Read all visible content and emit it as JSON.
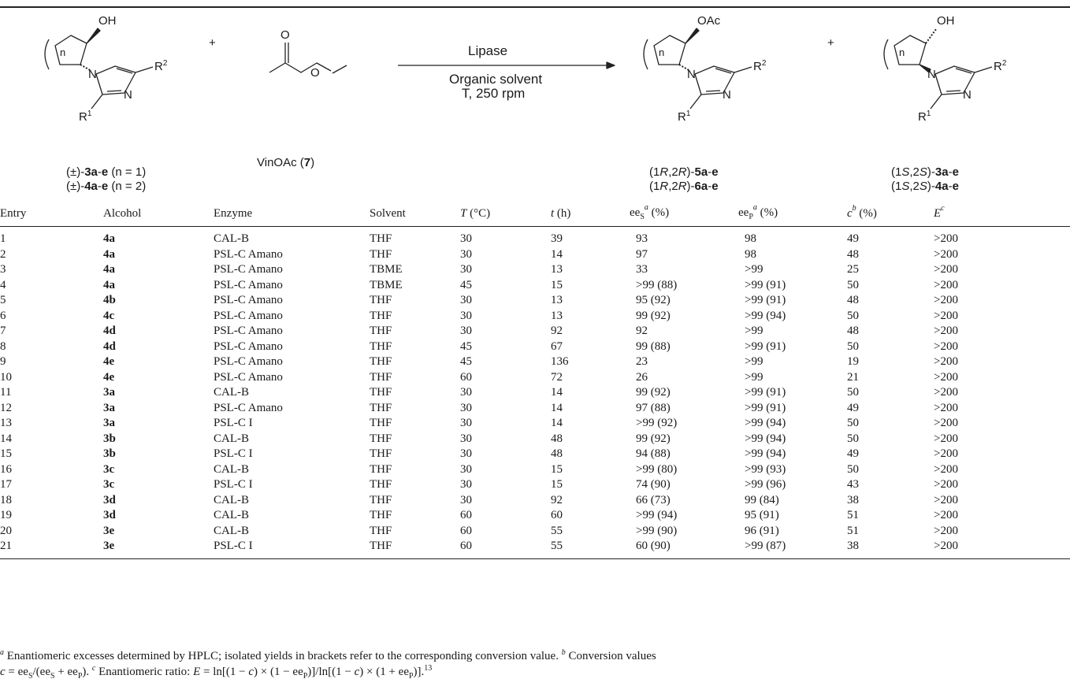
{
  "scheme": {
    "reagent_arrow_top": "Lipase",
    "reagent_arrow_bottom_1": "Organic solvent",
    "reagent_arrow_bottom_2": "T, 250 rpm",
    "plus": "+",
    "plus2": "+",
    "atom_OH": "OH",
    "atom_OAc": "OAc",
    "atom_OH2": "OH",
    "atom_N": "N",
    "atom_R1": "R",
    "atom_R2": "R",
    "sup1": "1",
    "sup2": "2",
    "n": "n",
    "O": "O",
    "vinoac_label": "VinOAc (",
    "vinoac_num": "7",
    "vinoac_close": ")",
    "sub_left_1_prefix": "(±)-",
    "sub_left_1_bold": "3a",
    "sub_left_1_mid": "-",
    "sub_left_1_bold2": "e",
    "sub_left_1_suffix": " (n = 1)",
    "sub_left_2_prefix": "(±)-",
    "sub_left_2_bold": "4a",
    "sub_left_2_mid": "-",
    "sub_left_2_bold2": "e",
    "sub_left_2_suffix": " (n = 2)",
    "prod1_line1_prefix": "(1",
    "prod1_line1_R1": "R",
    "prod1_line1_mid": ",2",
    "prod1_line1_R2": "R",
    "prod1_line1_close": ")-",
    "prod1_line1_bold": "5a",
    "prod1_line1_dash": "-",
    "prod1_line1_bold2": "e",
    "prod1_line2_prefix": "(1",
    "prod1_line2_R1": "R",
    "prod1_line2_mid": ",2",
    "prod1_line2_R2": "R",
    "prod1_line2_close": ")-",
    "prod1_line2_bold": "6a",
    "prod1_line2_dash": "-",
    "prod1_line2_bold2": "e",
    "prod2_line1_prefix": "(1",
    "prod2_line1_S1": "S",
    "prod2_line1_mid": ",2",
    "prod2_line1_S2": "S",
    "prod2_line1_close": ")-",
    "prod2_line1_bold": "3a",
    "prod2_line1_dash": "-",
    "prod2_line1_bold2": "e",
    "prod2_line2_prefix": "(1",
    "prod2_line2_S1": "S",
    "prod2_line2_mid": ",2",
    "prod2_line2_S2": "S",
    "prod2_line2_close": ")-",
    "prod2_line2_bold": "4a",
    "prod2_line2_dash": "-",
    "prod2_line2_bold2": "e"
  },
  "table": {
    "headers": {
      "entry": "Entry",
      "alcohol": "Alcohol",
      "enzyme": "Enzyme",
      "solvent": "Solvent",
      "temp_T": "T",
      "temp_unit": " (°C)",
      "time_t": "t",
      "time_unit": " (h)",
      "ees_ee": "ee",
      "ees_sub": "S",
      "ees_sup": "a",
      "ees_unit": " (%)",
      "eep_ee": "ee",
      "eep_sub": "P",
      "eep_sup": "a",
      "eep_unit": " (%)",
      "c_c": "c",
      "c_sup": "b",
      "c_unit": " (%)",
      "E": "E",
      "E_sup": "c"
    },
    "rows": [
      [
        "1",
        "4a",
        "CAL-B",
        "THF",
        "30",
        "39",
        "93",
        "98",
        "49",
        ">200"
      ],
      [
        "2",
        "4a",
        "PSL-C Amano",
        "THF",
        "30",
        "14",
        "97",
        "98",
        "48",
        ">200"
      ],
      [
        "3",
        "4a",
        "PSL-C Amano",
        "TBME",
        "30",
        "13",
        "33",
        ">99",
        "25",
        ">200"
      ],
      [
        "4",
        "4a",
        "PSL-C Amano",
        "TBME",
        "45",
        "15",
        ">99 (88)",
        ">99 (91)",
        "50",
        ">200"
      ],
      [
        "5",
        "4b",
        "PSL-C Amano",
        "THF",
        "30",
        "13",
        "95 (92)",
        ">99 (91)",
        "48",
        ">200"
      ],
      [
        "6",
        "4c",
        "PSL-C Amano",
        "THF",
        "30",
        "13",
        "99 (92)",
        ">99 (94)",
        "50",
        ">200"
      ],
      [
        "7",
        "4d",
        "PSL-C Amano",
        "THF",
        "30",
        "92",
        "92",
        ">99",
        "48",
        ">200"
      ],
      [
        "8",
        "4d",
        "PSL-C Amano",
        "THF",
        "45",
        "67",
        "99 (88)",
        ">99 (91)",
        "50",
        ">200"
      ],
      [
        "9",
        "4e",
        "PSL-C Amano",
        "THF",
        "45",
        "136",
        "23",
        ">99",
        "19",
        ">200"
      ],
      [
        "10",
        "4e",
        "PSL-C Amano",
        "THF",
        "60",
        "72",
        "26",
        ">99",
        "21",
        ">200"
      ],
      [
        "11",
        "3a",
        "CAL-B",
        "THF",
        "30",
        "14",
        "99 (92)",
        ">99 (91)",
        "50",
        ">200"
      ],
      [
        "12",
        "3a",
        "PSL-C Amano",
        "THF",
        "30",
        "14",
        "97 (88)",
        ">99 (91)",
        "49",
        ">200"
      ],
      [
        "13",
        "3a",
        "PSL-C I",
        "THF",
        "30",
        "14",
        ">99 (92)",
        ">99 (94)",
        "50",
        ">200"
      ],
      [
        "14",
        "3b",
        "CAL-B",
        "THF",
        "30",
        "48",
        "99 (92)",
        ">99 (94)",
        "50",
        ">200"
      ],
      [
        "15",
        "3b",
        "PSL-C I",
        "THF",
        "30",
        "48",
        "94 (88)",
        ">99 (94)",
        "49",
        ">200"
      ],
      [
        "16",
        "3c",
        "CAL-B",
        "THF",
        "30",
        "15",
        ">99 (80)",
        ">99 (93)",
        "50",
        ">200"
      ],
      [
        "17",
        "3c",
        "PSL-C I",
        "THF",
        "30",
        "15",
        "74 (90)",
        ">99 (96)",
        "43",
        ">200"
      ],
      [
        "18",
        "3d",
        "CAL-B",
        "THF",
        "30",
        "92",
        "66 (73)",
        "99 (84)",
        "38",
        ">200"
      ],
      [
        "19",
        "3d",
        "CAL-B",
        "THF",
        "60",
        "60",
        ">99 (94)",
        "95 (91)",
        "51",
        ">200"
      ],
      [
        "20",
        "3e",
        "CAL-B",
        "THF",
        "60",
        "55",
        ">99 (90)",
        "96 (91)",
        "51",
        ">200"
      ],
      [
        "21",
        "3e",
        "PSL-C I",
        "THF",
        "60",
        "55",
        "60 (90)",
        ">99 (87)",
        "38",
        ">200"
      ]
    ]
  },
  "footnotes": {
    "a_mark": "a",
    "a_text": " Enantiomeric excesses determined by HPLC; isolated yields in brackets refer to the corresponding conversion value. ",
    "b_mark": "b",
    "b_text": " Conversion values",
    "line2_c": "c",
    "line2_eq1": " = ee",
    "line2_s1": "S",
    "line2_eq2": "/(ee",
    "line2_s2": "S",
    "line2_eq3": " + ee",
    "line2_p1": "P",
    "line2_eq4": "). ",
    "c_mark": "c",
    "c_text": " Enantiomeric ratio: ",
    "E_var": "E",
    "E_eq1": " = ln[(1 − ",
    "E_c1": "c",
    "E_eq2": ") × (1 − ee",
    "E_p1": "P",
    "E_eq3": ")]/ln[(1 − ",
    "E_c2": "c",
    "E_eq4": ") × (1 + ee",
    "E_p2": "P",
    "E_eq5": ")].",
    "ref": "13"
  }
}
